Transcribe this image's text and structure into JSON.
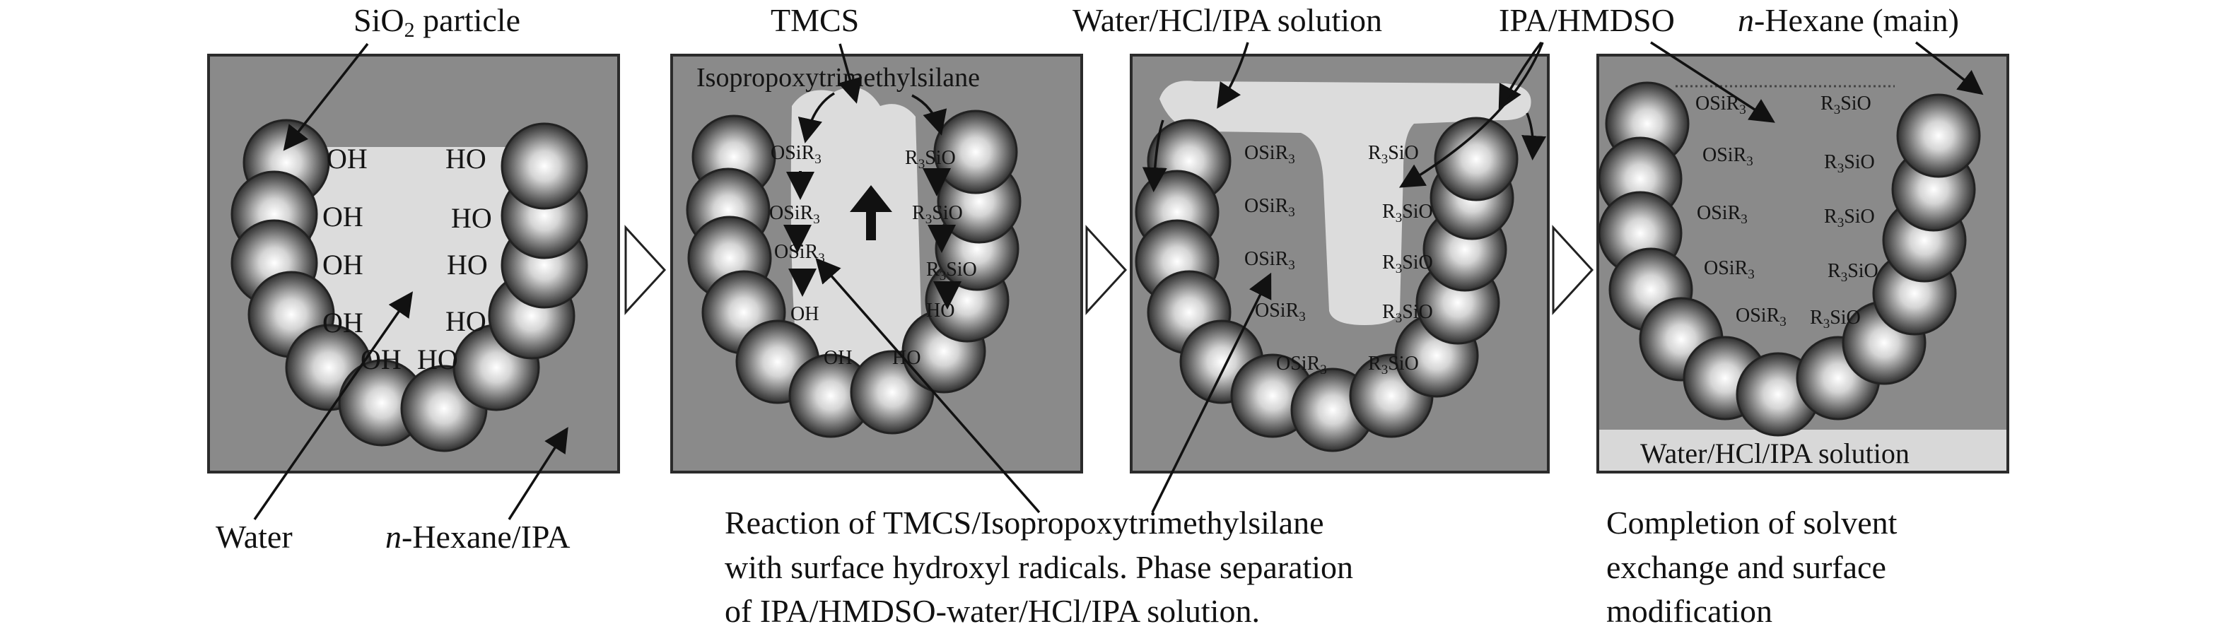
{
  "colors": {
    "panel_gray": "#8a8a8a",
    "panel_border": "#2b2b2b",
    "liquid_light": "#dcdcdc",
    "sphere_light": "#ffffff",
    "sphere_dark": "#2f2f2f"
  },
  "top_labels": {
    "sio2_prefix": "SiO",
    "sio2_sub": "2",
    "sio2_suffix": " particle",
    "tmcs": "TMCS",
    "water_hcl_ipa": "Water/HCl/IPA solution",
    "ipa_hmdso": "IPA/HMDSO",
    "hexane_italic": "n",
    "hexane_rest": "-Hexane (main)"
  },
  "inner_labels": {
    "isopropoxy": "Isopropoxytrimethylsilane",
    "bottom_band": "Water/HCl/IPA solution"
  },
  "chem": {
    "oh": "OH",
    "ho": "HO",
    "osir_prefix": "OSiR",
    "r3sio_r": "R",
    "r3sio_rest": "SiO",
    "sub3": "3"
  },
  "bottom_labels": {
    "water": "Water",
    "hexane_italic": "n",
    "hexane_ipa_rest": "-Hexane/IPA",
    "reaction_lines": [
      "Reaction of TMCS/Isopropoxytrimethylsilane",
      "with surface hydroxyl radicals. Phase separation",
      "of IPA/HMDSO-water/HCl/IPA solution."
    ],
    "completion_lines": [
      "Completion of solvent",
      "exchange and surface",
      "modification"
    ]
  }
}
